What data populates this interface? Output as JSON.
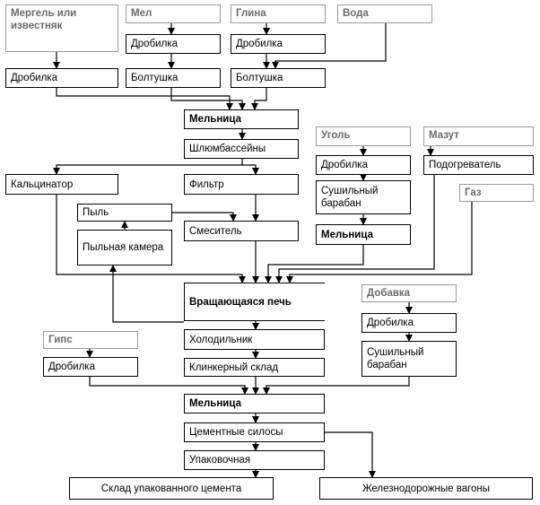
{
  "nodes": {
    "mergel": "Мергель или известняк",
    "mel": "Мел",
    "glina": "Глина",
    "voda": "Вода",
    "drob_mergel": "Дробилка",
    "drob_mel": "Дробилка",
    "drob_glina": "Дробилка",
    "boltushka_mel": "Болтушка",
    "boltushka_glina": "Болтушка",
    "melnitsa_1": "Мельница",
    "shlambasseiny": "Шлюмбассейны",
    "kalcinator": "Кальцинатор",
    "filtr": "Фильтр",
    "pyl": "Пыль",
    "pylnaya_kamera": "Пыльная камера",
    "smesitel": "Смеситель",
    "ugol": "Уголь",
    "drob_ugol": "Дробилка",
    "sushilny_ugol": "Сушильный барабан",
    "melnitsa_ugol": "Мельница",
    "mazut": "Мазут",
    "podogrevatel": "Подогреватель",
    "gaz": "Газ",
    "pech": "Вращающаяся печь",
    "dobavka": "Добавка",
    "drob_dobavka": "Дробилка",
    "sushilny_dobavka": "Сушильный барабан",
    "gips": "Гипс",
    "drob_gips": "Дробилка",
    "holodilnik": "Холодильник",
    "klinker": "Клинкерный склад",
    "melnitsa_2": "Мельница",
    "silosy": "Цементные силосы",
    "upakovochnaya": "Упаковочная",
    "sklad": "Склад упакованного цемента",
    "vagony": "Железнодорожные вагоны"
  }
}
